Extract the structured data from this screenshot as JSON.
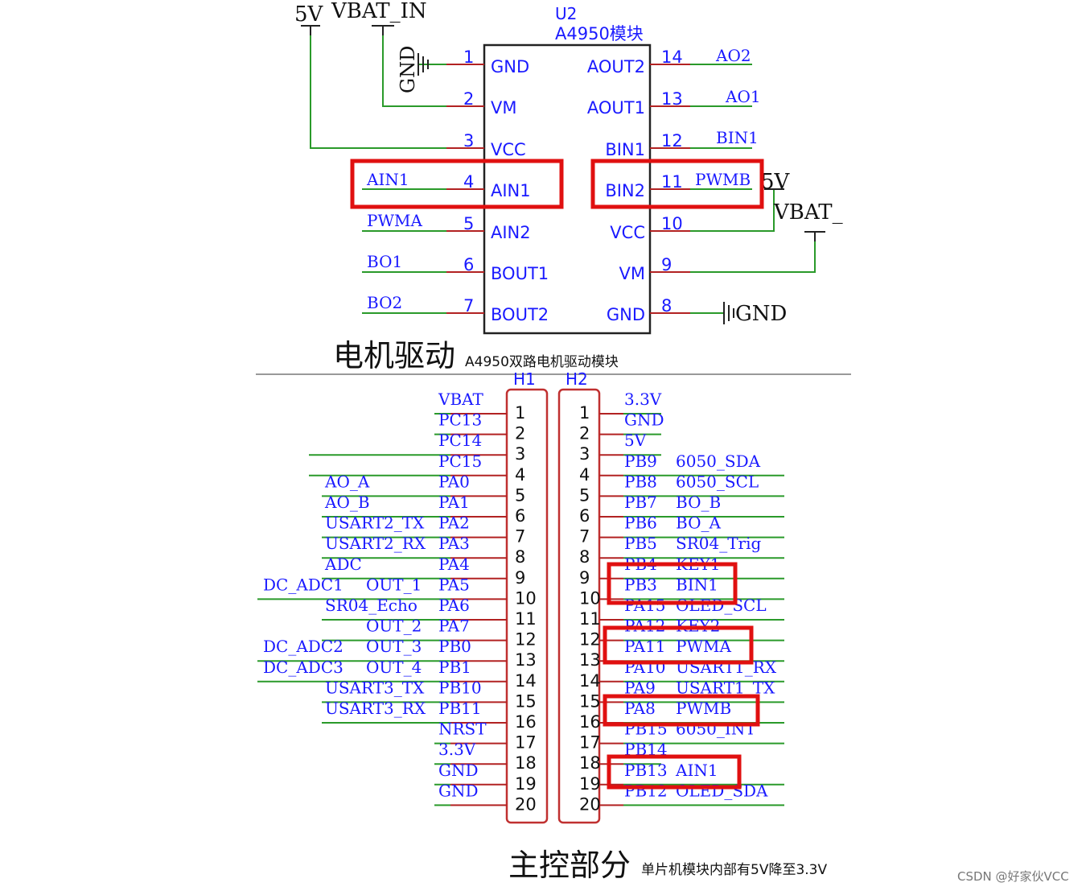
{
  "u2": {
    "ref": "U2",
    "name": "A4950模块",
    "left_pins": [
      {
        "num": "1",
        "name": "GND",
        "net": ""
      },
      {
        "num": "2",
        "name": "VM",
        "net": ""
      },
      {
        "num": "3",
        "name": "VCC",
        "net": ""
      },
      {
        "num": "4",
        "name": "AIN1",
        "net": "AIN1"
      },
      {
        "num": "5",
        "name": "AIN2",
        "net": "PWMA"
      },
      {
        "num": "6",
        "name": "BOUT1",
        "net": "BO1"
      },
      {
        "num": "7",
        "name": "BOUT2",
        "net": "BO2"
      }
    ],
    "right_pins": [
      {
        "num": "14",
        "name": "AOUT2",
        "net": "AO2"
      },
      {
        "num": "13",
        "name": "AOUT1",
        "net": "AO1"
      },
      {
        "num": "12",
        "name": "BIN1",
        "net": "BIN1"
      },
      {
        "num": "11",
        "name": "BIN2",
        "net": "PWMB"
      },
      {
        "num": "10",
        "name": "VCC",
        "net": ""
      },
      {
        "num": "9",
        "name": "VM",
        "net": ""
      },
      {
        "num": "8",
        "name": "GND",
        "net": ""
      }
    ],
    "power": {
      "v5_left": "5V",
      "vbat_left": "VBAT_IN",
      "gnd_left": "GND",
      "v5_right": "5V",
      "vbat_right": "VBAT_",
      "gnd_right": "GND"
    }
  },
  "section_motor": {
    "title": "电机驱动",
    "subtitle": "A4950双路电机驱动模块"
  },
  "h1": {
    "ref": "H1",
    "pins": [
      "1",
      "2",
      "3",
      "4",
      "5",
      "6",
      "7",
      "8",
      "9",
      "10",
      "11",
      "12",
      "13",
      "14",
      "15",
      "16",
      "17",
      "18",
      "19",
      "20"
    ],
    "signals": [
      "VBAT",
      "PC13",
      "PC14",
      "PC15",
      "PA0",
      "PA1",
      "PA2",
      "PA3",
      "PA4",
      "PA5",
      "PA6",
      "PA7",
      "PB0",
      "PB1",
      "PB10",
      "PB11",
      "NRST",
      "3.3V",
      "GND",
      "GND"
    ],
    "funcs": [
      "",
      "",
      "",
      "",
      "AO_A",
      "AO_B",
      "USART2_TX",
      "USART2_RX",
      "ADC",
      "OUT_1",
      "SR04_Echo",
      "OUT_2",
      "OUT_3",
      "OUT_4",
      "USART3_TX",
      "USART3_RX",
      "",
      "",
      "",
      ""
    ],
    "extra": [
      "",
      "",
      "",
      "",
      "",
      "",
      "",
      "",
      "",
      "DC_ADC1",
      "",
      "",
      "DC_ADC2",
      "DC_ADC3",
      "",
      "",
      "",
      "",
      "",
      ""
    ]
  },
  "h2": {
    "ref": "H2",
    "pins": [
      "1",
      "2",
      "3",
      "4",
      "5",
      "6",
      "7",
      "8",
      "9",
      "10",
      "11",
      "12",
      "13",
      "14",
      "15",
      "16",
      "17",
      "18",
      "19",
      "20"
    ],
    "signals": [
      "3.3V",
      "GND",
      "5V",
      "PB9",
      "PB8",
      "PB7",
      "PB6",
      "PB5",
      "PB4",
      "PB3",
      "PA15",
      "PA12",
      "PA11",
      "PA10",
      "PA9",
      "PA8",
      "PB15",
      "PB14",
      "PB13",
      "PB12"
    ],
    "funcs": [
      "",
      "",
      "",
      "6050_SDA",
      "6050_SCL",
      "BO_B",
      "BO_A",
      "SR04_Trig",
      "KEY1",
      "BIN1",
      "OLED_SCL",
      "KEY2",
      "PWMA",
      "USART1_RX",
      "USART1_TX",
      "PWMB",
      "6050_INT",
      "",
      "AIN1",
      "OLED_SDA"
    ]
  },
  "section_main": {
    "title": "主控部分",
    "subtitle": "单片机模块内部有5V降至3.3V"
  },
  "watermark": "CSDN @好家伙VCC",
  "colors": {
    "text": "#1a1aff",
    "wire": "#2a9a2a",
    "pin": "#b22222",
    "highlight": "#e01010",
    "outline": "#222222"
  }
}
